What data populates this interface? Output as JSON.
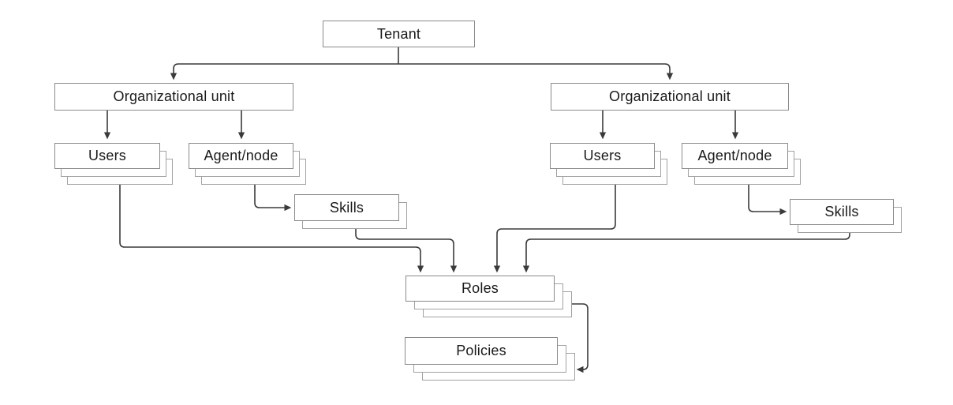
{
  "diagram": {
    "colors": {
      "background": "#ffffff",
      "box_fill": "#ffffff",
      "box_border": "#8a8a8a",
      "shadow_border": "#a2a2a2",
      "connector": "#3a3a3a",
      "text": "#1a1a1a"
    },
    "nodes": {
      "tenant": {
        "label": "Tenant",
        "stack_count": 1
      },
      "org_unit_left": {
        "label": "Organizational unit",
        "stack_count": 1
      },
      "org_unit_right": {
        "label": "Organizational unit",
        "stack_count": 1
      },
      "users_left": {
        "label": "Users",
        "stack_count": 3
      },
      "agent_node_left": {
        "label": "Agent/node",
        "stack_count": 3
      },
      "skills_left": {
        "label": "Skills",
        "stack_count": 2
      },
      "users_right": {
        "label": "Users",
        "stack_count": 3
      },
      "agent_node_right": {
        "label": "Agent/node",
        "stack_count": 3
      },
      "skills_right": {
        "label": "Skills",
        "stack_count": 2
      },
      "roles": {
        "label": "Roles",
        "stack_count": 3
      },
      "policies": {
        "label": "Policies",
        "stack_count": 3
      }
    },
    "edges": [
      {
        "from": "Tenant",
        "to": "Organizational unit (left)"
      },
      {
        "from": "Tenant",
        "to": "Organizational unit (right)"
      },
      {
        "from": "Organizational unit (left)",
        "to": "Users (left)"
      },
      {
        "from": "Organizational unit (left)",
        "to": "Agent/node (left)"
      },
      {
        "from": "Agent/node (left)",
        "to": "Skills (left)"
      },
      {
        "from": "Organizational unit (right)",
        "to": "Users (right)"
      },
      {
        "from": "Organizational unit (right)",
        "to": "Agent/node (right)"
      },
      {
        "from": "Agent/node (right)",
        "to": "Skills (right)"
      },
      {
        "from": "Users (left)",
        "to": "Roles"
      },
      {
        "from": "Skills (left)",
        "to": "Roles"
      },
      {
        "from": "Users (right)",
        "to": "Roles"
      },
      {
        "from": "Skills (right)",
        "to": "Roles"
      },
      {
        "from": "Roles",
        "to": "Policies"
      }
    ]
  }
}
